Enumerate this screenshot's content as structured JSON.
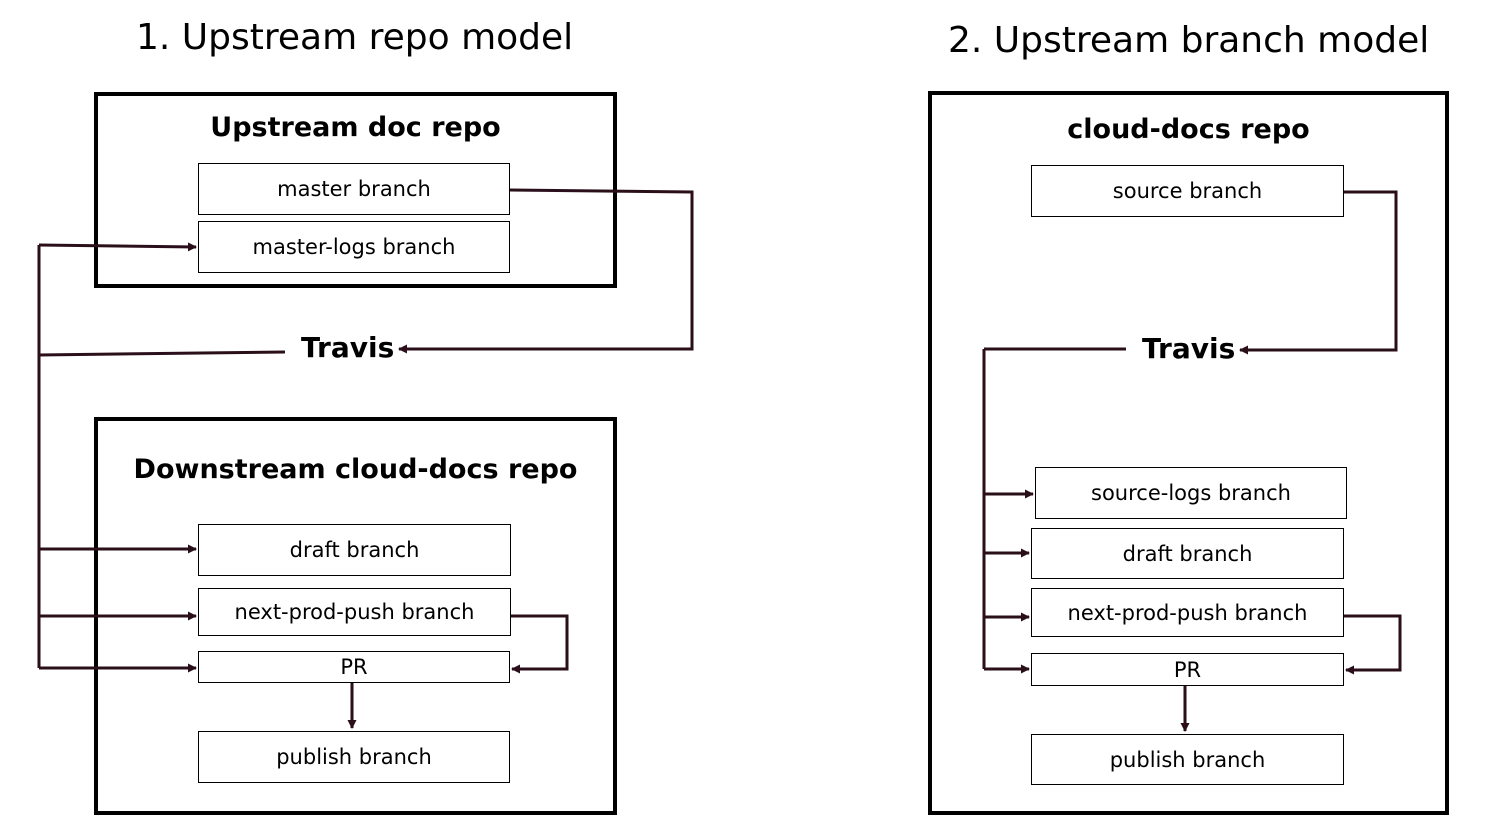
{
  "models": [
    {
      "title": "1. Upstream repo model",
      "upstream_repo": {
        "title": "Upstream doc repo",
        "branches": [
          "master branch",
          "master-logs branch"
        ]
      },
      "travis_label": "Travis",
      "downstream_repo": {
        "title": "Downstream cloud-docs repo",
        "branches": [
          "draft branch",
          "next-prod-push branch",
          "PR",
          "publish branch"
        ]
      }
    },
    {
      "title": "2. Upstream branch model",
      "repo": {
        "title": "cloud-docs repo",
        "branches": [
          "source branch",
          "source-logs branch",
          "draft branch",
          "next-prod-push branch",
          "PR",
          "publish branch"
        ]
      },
      "travis_label": "Travis"
    }
  ],
  "colors": {
    "connector": "#2a0f1a",
    "border": "#000000"
  }
}
